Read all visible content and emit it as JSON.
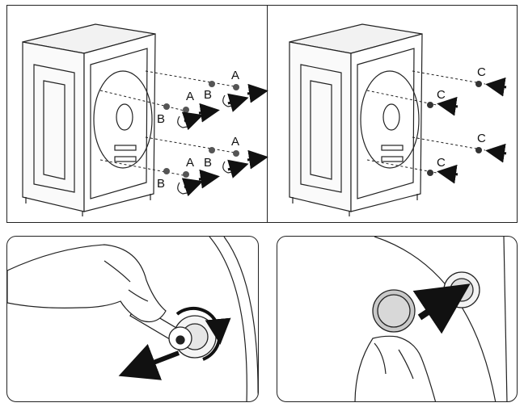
{
  "labels": {
    "left_panel": {
      "a": "A",
      "b": "B"
    },
    "right_panel": {
      "c": "C"
    }
  },
  "icons": [
    "washing-machine-rear",
    "transit-bolt",
    "spacer",
    "wrench",
    "rotate-arrow",
    "push-arrow",
    "hole-cap"
  ],
  "colors": {
    "line": "#222222",
    "bolt": "#555555",
    "arrow": "#111111",
    "cap": "#c9c9c9"
  }
}
